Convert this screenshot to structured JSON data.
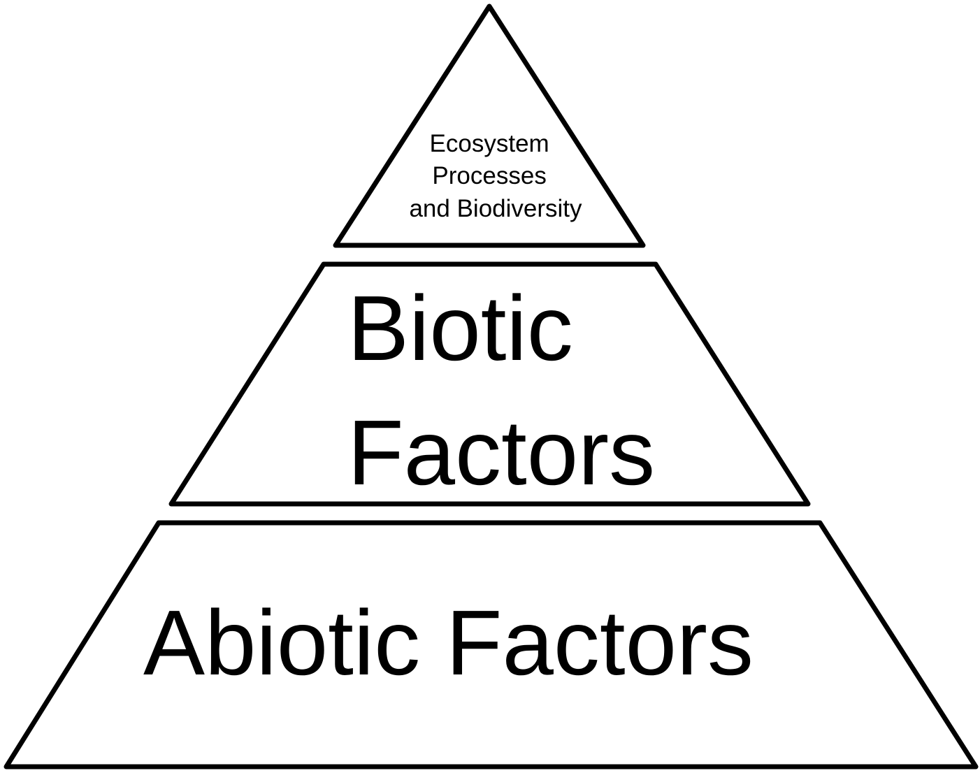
{
  "diagram": {
    "type": "pyramid",
    "tiers": [
      {
        "level": "top",
        "lines": [
          "Ecosystem",
          "Processes",
          "and Biodiversity"
        ]
      },
      {
        "level": "middle",
        "lines": [
          "Biotic",
          "Factors"
        ]
      },
      {
        "level": "bottom",
        "lines": [
          "Abiotic Factors"
        ]
      }
    ]
  }
}
